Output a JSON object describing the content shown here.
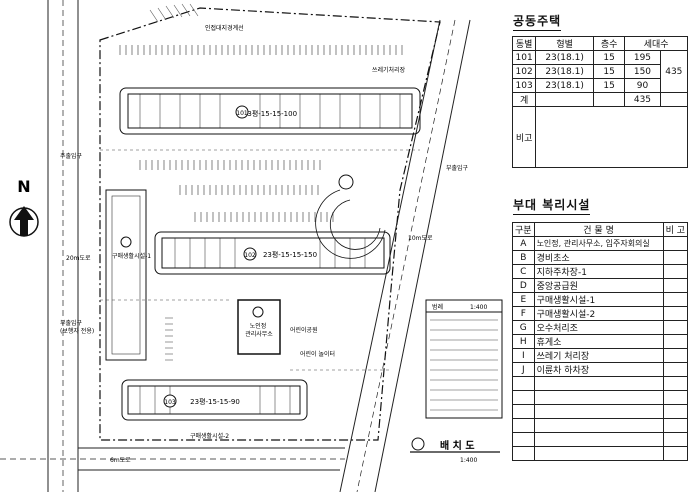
{
  "plan": {
    "compass_label": "N",
    "title": "배 치 도",
    "scale": "1:400",
    "labels": {
      "top_label": "인접대지경계선",
      "top_right_label": "쓰레기처리장",
      "left_entrance": "주출입구",
      "left_road": "20m도로",
      "left_lower": "부출입구\n(보행자 전용)",
      "right_entrance": "부출입구",
      "right_road": "10m도로",
      "center_label": "구매생활시설-1",
      "welfare": "노인정\n관리사무소",
      "park": "어린이 놀이터",
      "children_park": "어린이공원",
      "bottom_road": "6m도로",
      "bottom_sign": "구매생활시설-2",
      "bldg_101": "101",
      "bldg_102": "102",
      "bldg_103": "103",
      "bldg_101_label": "23평-15-15-100",
      "bldg_102_label": "23평-15-15-150",
      "bldg_103_label": "23평-15-15-90",
      "legend_title": "범례",
      "legend_scale": "1:400"
    }
  },
  "housing": {
    "title": "공동주택",
    "headers": [
      "동별",
      "형별",
      "층수",
      "세대수"
    ],
    "rows": [
      {
        "dong": "101",
        "type": "23(18.1)",
        "floors": "15",
        "units": "195"
      },
      {
        "dong": "102",
        "type": "23(18.1)",
        "floors": "15",
        "units": "150"
      },
      {
        "dong": "103",
        "type": "23(18.1)",
        "floors": "15",
        "units": "90"
      }
    ],
    "subtotal": "435",
    "total_label": "계",
    "total": "435",
    "note_label": "비고"
  },
  "facilities": {
    "title": "부대 복리시설",
    "headers": [
      "구분",
      "건 물 명",
      "비 고"
    ],
    "rows": [
      {
        "code": "A",
        "name": "노인정, 관리사무소, 입주자회의실"
      },
      {
        "code": "B",
        "name": "경비초소"
      },
      {
        "code": "C",
        "name": "지하주차장-1"
      },
      {
        "code": "D",
        "name": "중앙공급원"
      },
      {
        "code": "E",
        "name": "구매생활시설-1"
      },
      {
        "code": "F",
        "name": "구매생활시설-2"
      },
      {
        "code": "G",
        "name": "오수처리조"
      },
      {
        "code": "H",
        "name": "휴게소"
      },
      {
        "code": "I",
        "name": "쓰레기 처리장"
      },
      {
        "code": "J",
        "name": "이륜차 하차장"
      }
    ]
  }
}
